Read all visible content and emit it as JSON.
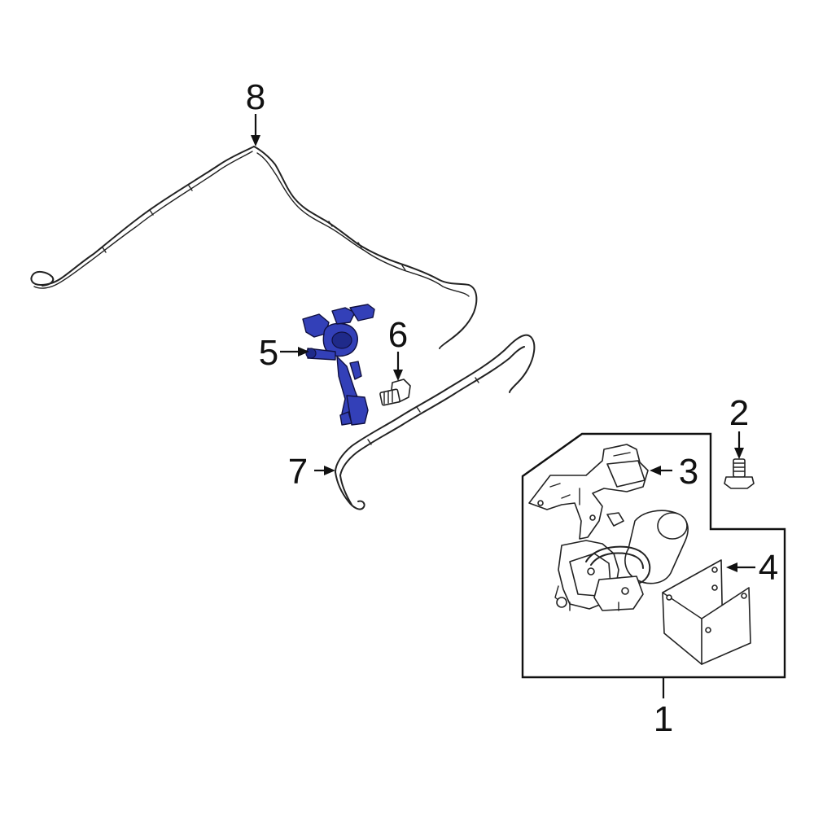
{
  "callouts": [
    {
      "number": "1"
    },
    {
      "number": "2"
    },
    {
      "number": "3"
    },
    {
      "number": "4"
    },
    {
      "number": "5"
    },
    {
      "number": "6"
    },
    {
      "number": "7"
    },
    {
      "number": "8"
    }
  ],
  "colors": {
    "highlight": "#3340b8",
    "line": "#222222",
    "background": "#ffffff"
  }
}
